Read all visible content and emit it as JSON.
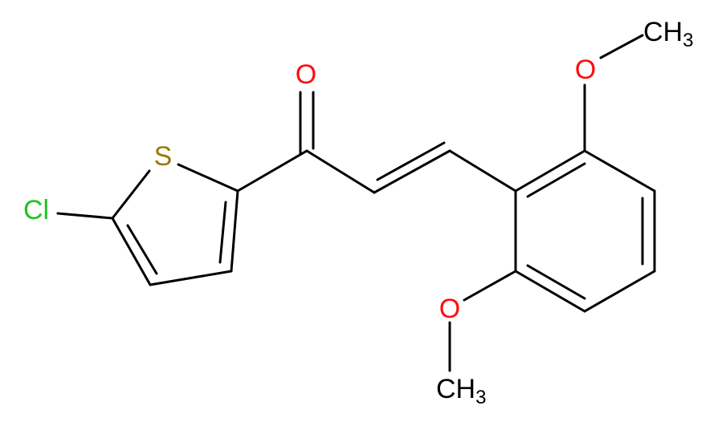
{
  "molecule": {
    "atoms": {
      "chlorine": "Cl",
      "sulfur": "S",
      "carbonyl_oxygen": "O",
      "methoxy_top_oxygen": "O",
      "methoxy_top_methyl": "CH",
      "methoxy_top_methyl_sub": "3",
      "methoxy_bottom_oxygen": "O",
      "methoxy_bottom_methyl": "CH",
      "methoxy_bottom_methyl_sub": "3"
    },
    "colors": {
      "chlorine": "#1fc31f",
      "sulfur": "#9a7a00",
      "oxygen": "#ff0d0d",
      "carbon": "#000000"
    }
  }
}
